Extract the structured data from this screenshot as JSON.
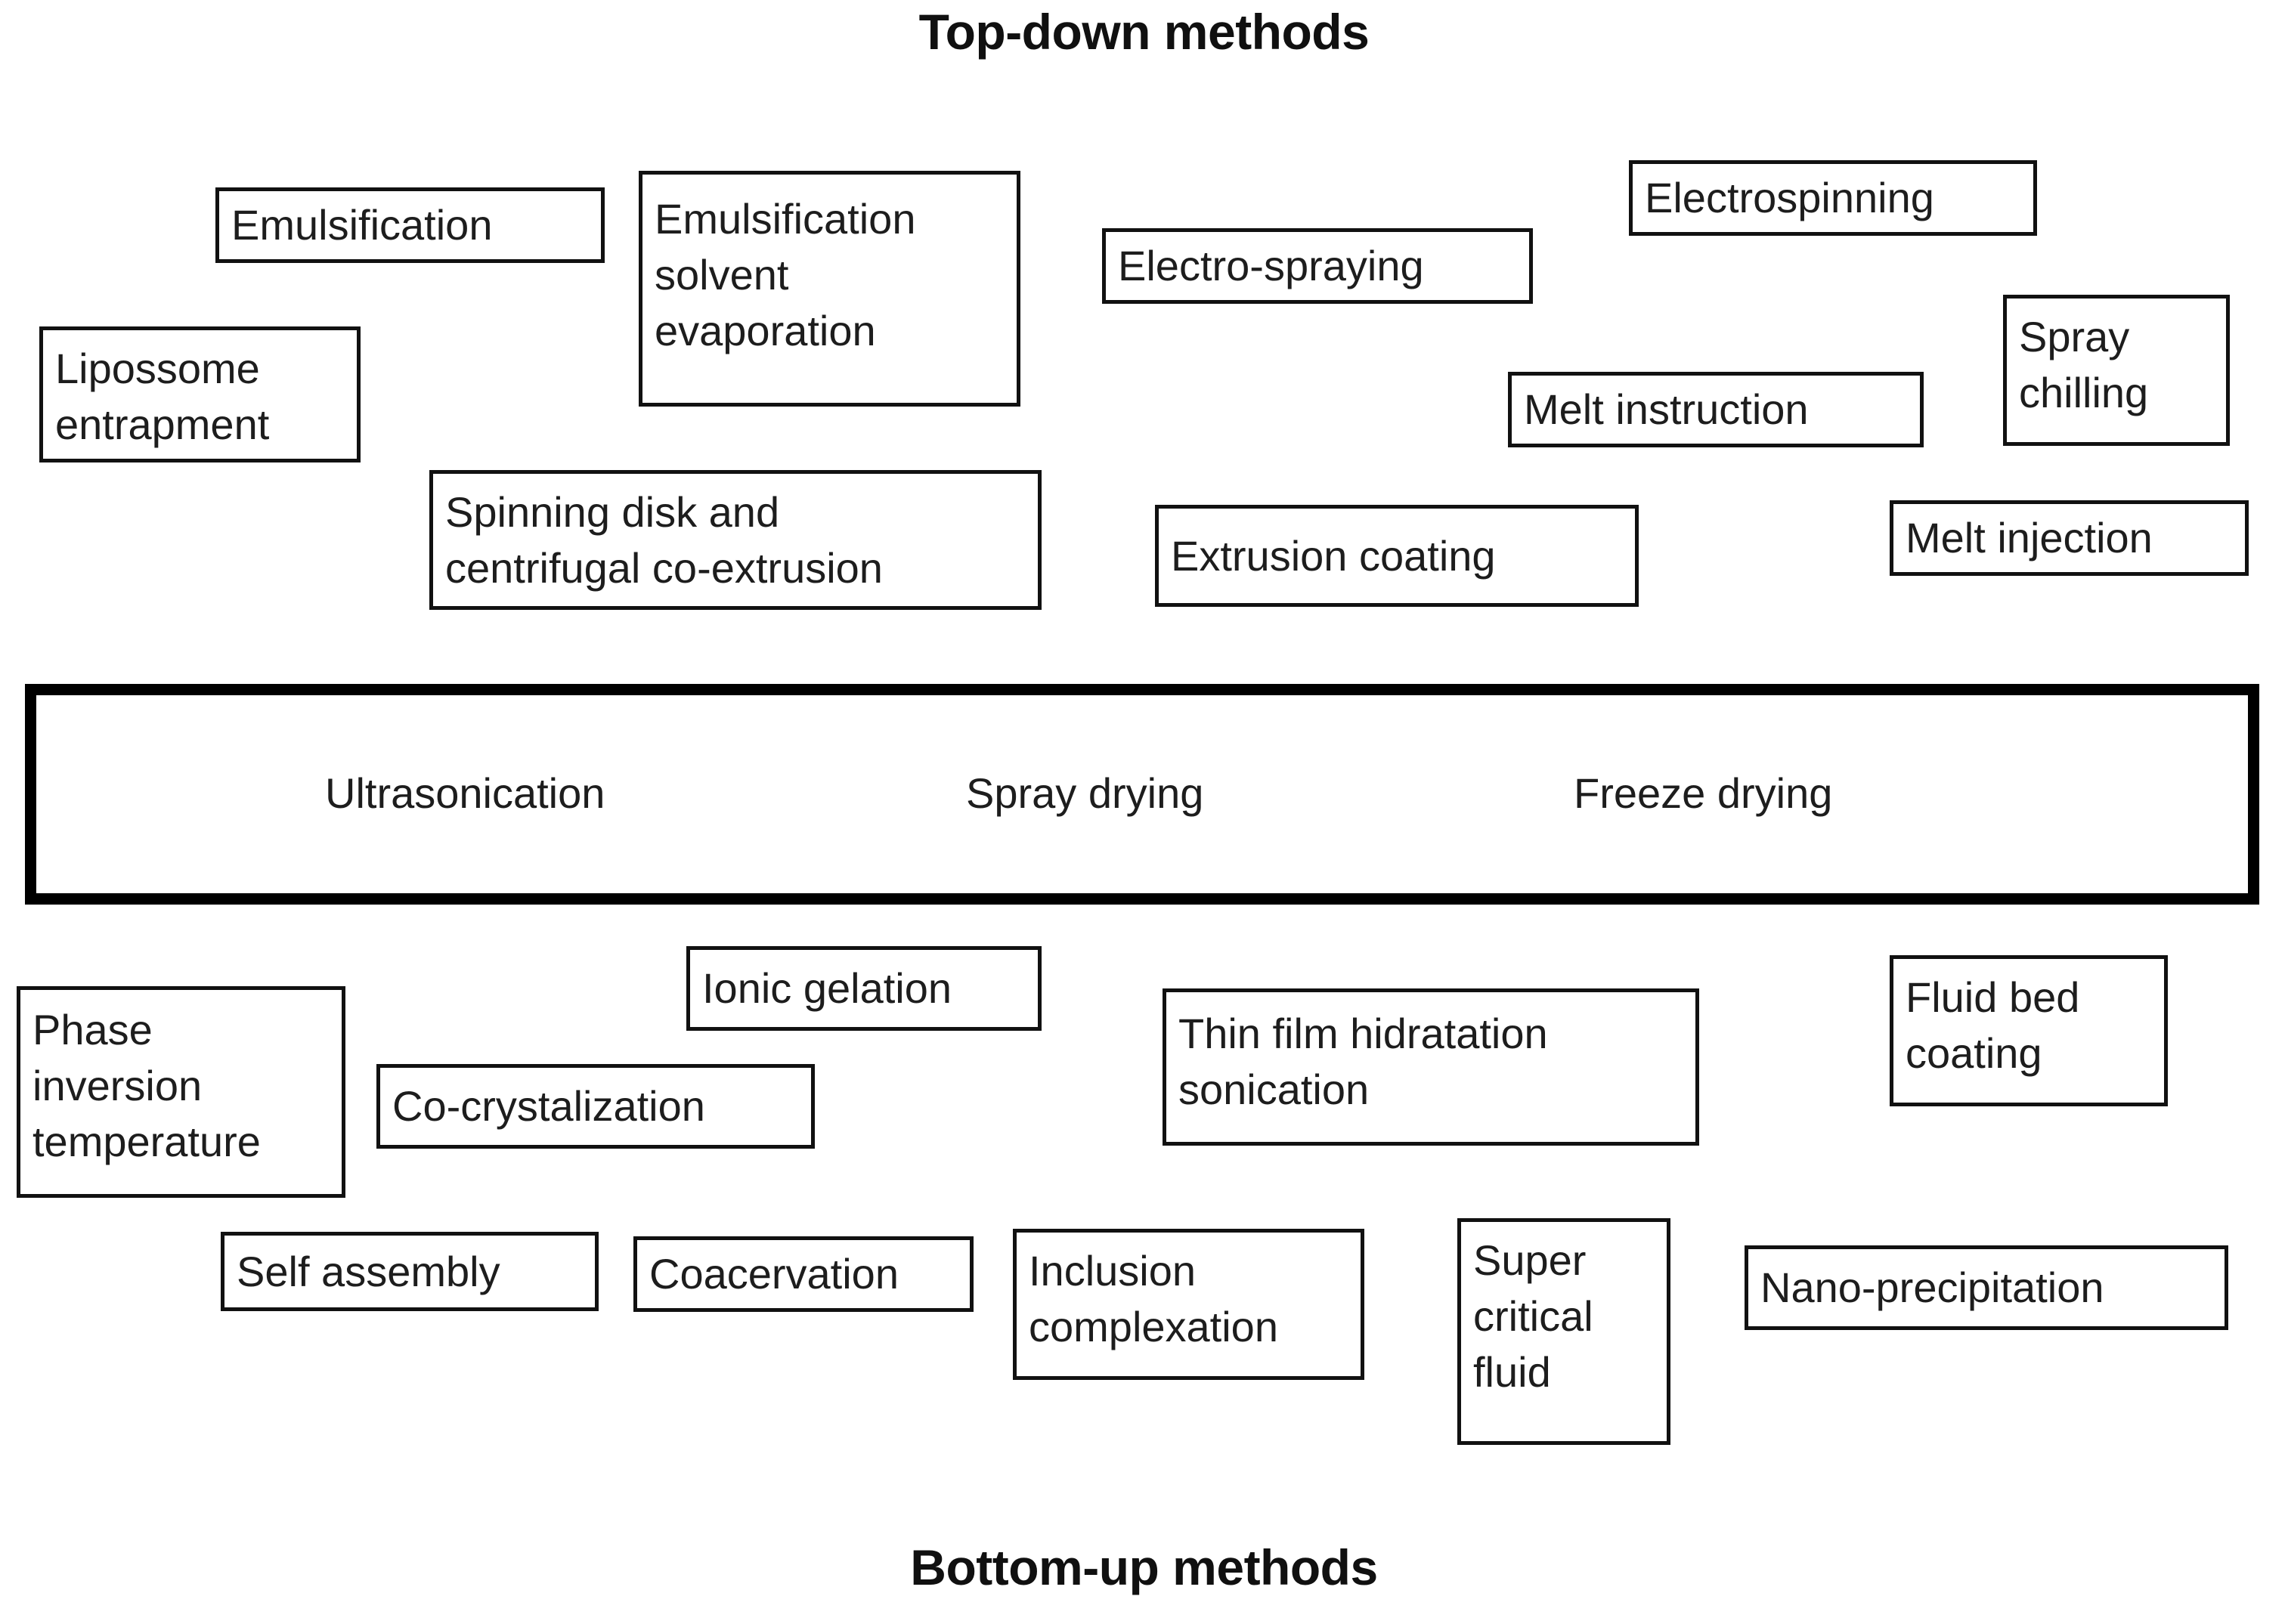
{
  "diagram": {
    "title_top": "Top-down methods",
    "title_bottom": "Bottom-up methods",
    "colors": {
      "box_border": "#111111",
      "band_border": "#000000",
      "background": "#ffffff",
      "text": "#1d1d1d"
    },
    "top_down_boxes": [
      {
        "label": "Emulsification"
      },
      {
        "label": "Emulsification\nsolvent\nevaporation"
      },
      {
        "label": "Electro-spraying"
      },
      {
        "label": "Electrospinning"
      },
      {
        "label": "Spray\nchilling"
      },
      {
        "label": "Lipossome\nentrapment"
      },
      {
        "label": "Melt instruction"
      },
      {
        "label": "Melt injection"
      },
      {
        "label": "Spinning disk and\ncentrifugal co-extrusion"
      },
      {
        "label": "Extrusion coating"
      }
    ],
    "shared_band": {
      "items": [
        {
          "label": "Ultrasonication"
        },
        {
          "label": "Spray drying"
        },
        {
          "label": "Freeze drying"
        }
      ]
    },
    "bottom_up_boxes": [
      {
        "label": "Ionic gelation"
      },
      {
        "label": "Fluid bed\ncoating"
      },
      {
        "label": "Phase\ninversion\ntemperature"
      },
      {
        "label": "Co-crystalization"
      },
      {
        "label": "Thin film hidratation\nsonication"
      },
      {
        "label": "Self assembly"
      },
      {
        "label": "Coacervation"
      },
      {
        "label": "Inclusion\ncomplexation"
      },
      {
        "label": "Super\ncritical\nfluid"
      },
      {
        "label": "Nano-precipitation"
      }
    ]
  }
}
